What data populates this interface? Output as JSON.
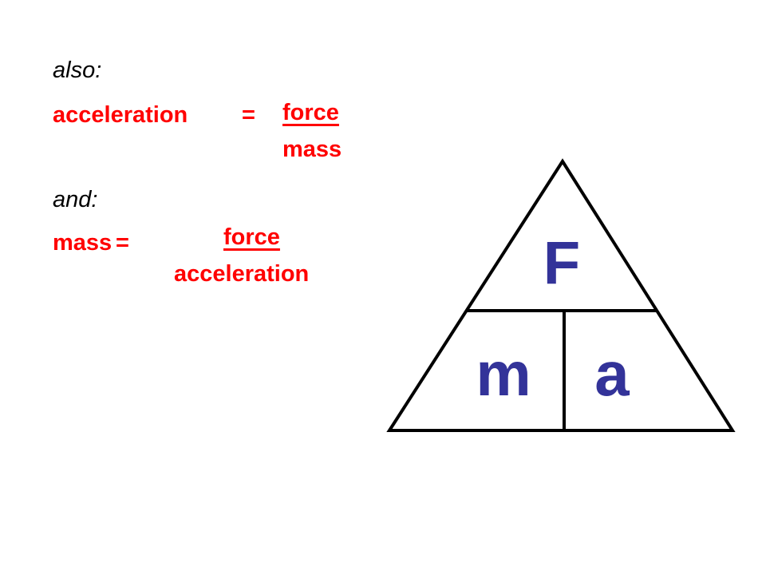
{
  "also_label": "also:",
  "and_label": "and:",
  "eq1": {
    "lhs": "acceleration",
    "equals": "=",
    "numerator": "force",
    "denominator": "mass"
  },
  "eq2": {
    "lhs": "mass",
    "equals": "=",
    "numerator": "force",
    "denominator": "acceleration"
  },
  "triangle": {
    "top_letter": "F",
    "bottom_left_letter": "m",
    "bottom_right_letter": "a"
  },
  "colors": {
    "formula_text": "#ff0000",
    "triangle_letters": "#333399",
    "lines": "#000000"
  }
}
